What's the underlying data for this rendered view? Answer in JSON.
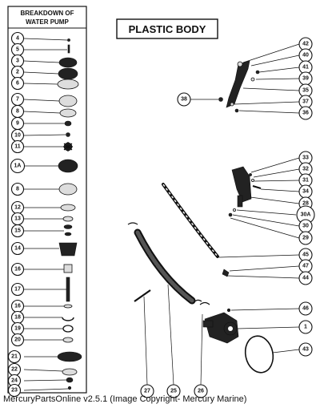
{
  "panel_title_line1": "BREAKDOWN OF",
  "panel_title_line2": "WATER PUMP",
  "main_title": "PLASTIC BODY",
  "footer": "MercuryPartsOnline v2.5.1 (Image Copyright- Mercury Marine)",
  "left_callouts": [
    "4",
    "5",
    "3",
    "2",
    "6",
    "7",
    "8",
    "9",
    "10",
    "11",
    "1A",
    "8",
    "12",
    "13",
    "15",
    "14",
    "16",
    "17",
    "16",
    "18",
    "19",
    "20",
    "21",
    "22",
    "24",
    "23"
  ],
  "right_callouts": [
    "42",
    "40",
    "41",
    "39",
    "38",
    "35",
    "37",
    "36",
    "33",
    "32",
    "31",
    "34",
    "28",
    "30A",
    "30",
    "29",
    "45",
    "47",
    "44",
    "46",
    "1",
    "43",
    "27",
    "25",
    "26"
  ]
}
